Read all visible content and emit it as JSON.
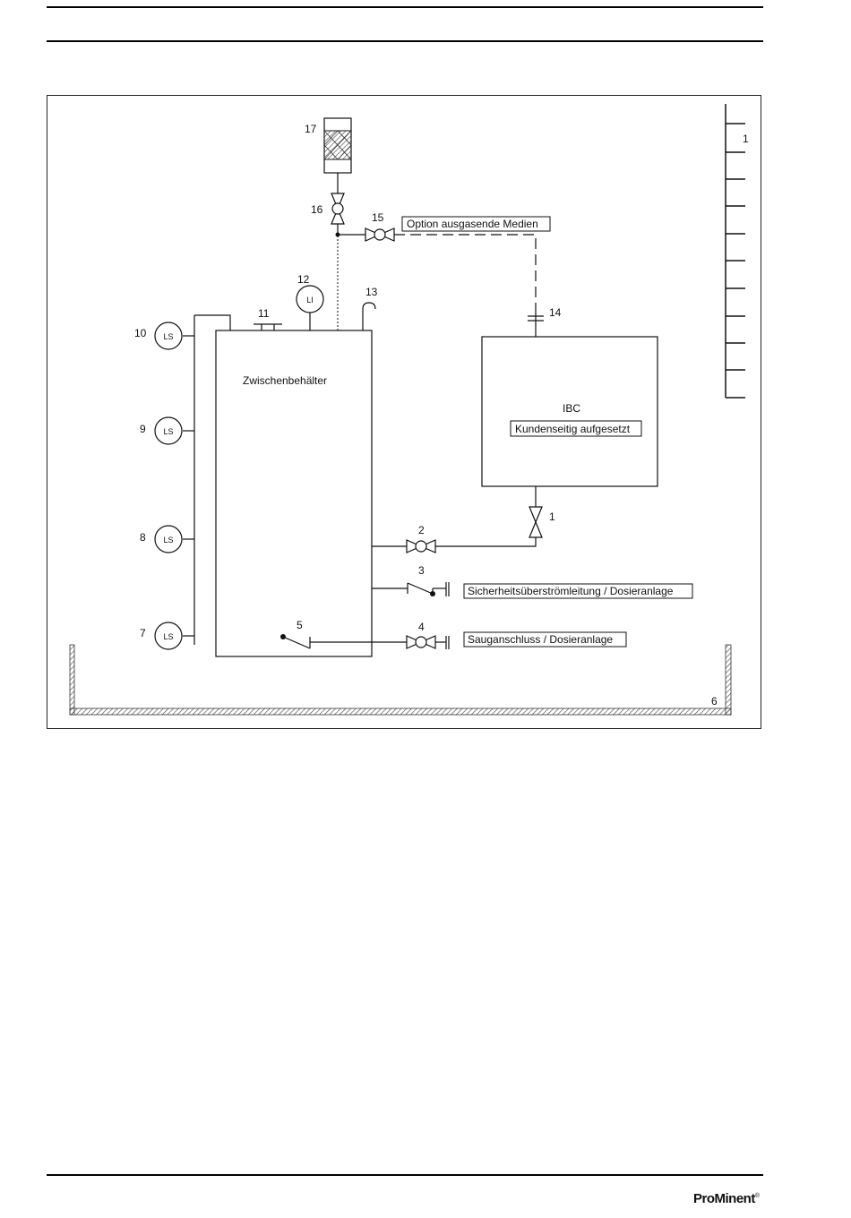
{
  "diagram": {
    "tank_label": "Zwischenbehälter",
    "ibc_label": "IBC",
    "ibc_box_label": "Kundenseitig aufgesetzt",
    "option_label": "Option ausgasende Medien",
    "safety_line_label": "Sicherheitsüberströmleitung / Dosieranlage",
    "suction_label": "Sauganschluss / Dosieranlage",
    "sensor_ls": "LS",
    "sensor_li": "LI",
    "numbers": {
      "n1": "1",
      "n2": "2",
      "n3": "3",
      "n4": "4",
      "n5": "5",
      "n6": "6",
      "n7": "7",
      "n8": "8",
      "n9": "9",
      "n10": "10",
      "n11": "11",
      "n12": "12",
      "n13": "13",
      "n14": "14",
      "n15": "15",
      "n16": "16",
      "n17": "17"
    },
    "side_fragment": "1"
  },
  "footer": {
    "logo_pro": "Pr",
    "logo_o": "o",
    "logo_minent": "Minent",
    "logo_mark": "®"
  }
}
